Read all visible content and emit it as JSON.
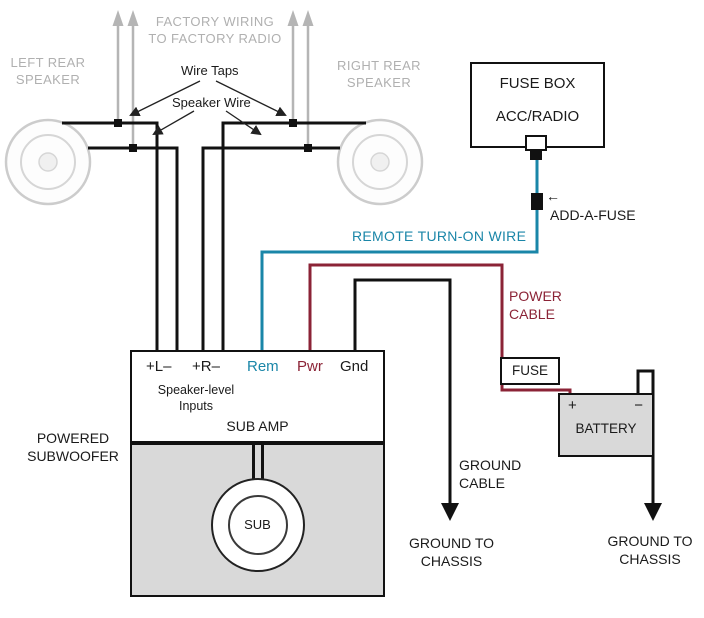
{
  "labels": {
    "factory_wiring": "FACTORY WIRING\nTO FACTORY RADIO",
    "left_speaker": "LEFT REAR\nSPEAKER",
    "right_speaker": "RIGHT REAR\nSPEAKER",
    "wire_taps": "Wire Taps",
    "speaker_wire": "Speaker Wire",
    "remote_turn_on_wire": "REMOTE TURN-ON WIRE",
    "power_cable": "POWER\nCABLE",
    "add_a_fuse_arrow": "←",
    "add_a_fuse": "ADD-A-FUSE",
    "ground_cable": "GROUND\nCABLE",
    "ground_to_chassis_left": "GROUND TO\nCHASSIS",
    "ground_to_chassis_right": "GROUND TO\nCHASSIS",
    "powered_subwoofer": "POWERED\nSUBWOOFER"
  },
  "fuse_box": {
    "title": "FUSE BOX",
    "circuit": "ACC/RADIO"
  },
  "amp": {
    "terminals": {
      "left": "+L–",
      "right": "+R–",
      "rem": "Rem",
      "pwr": "Pwr",
      "gnd": "Gnd"
    },
    "speaker_level_inputs": "Speaker-level\nInputs",
    "name": "SUB AMP",
    "sub": "SUB"
  },
  "power": {
    "fuse": "FUSE",
    "battery": "BATTERY",
    "plus": "+",
    "minus": "−"
  },
  "colors": {
    "remote_wire": "#1a86a8",
    "power_wire": "#8b2336",
    "ground_wire": "#111111",
    "speaker_wire": "#111111",
    "factory_gray": "#b5b5b5",
    "enclosure_gray": "#d9d9d9"
  }
}
